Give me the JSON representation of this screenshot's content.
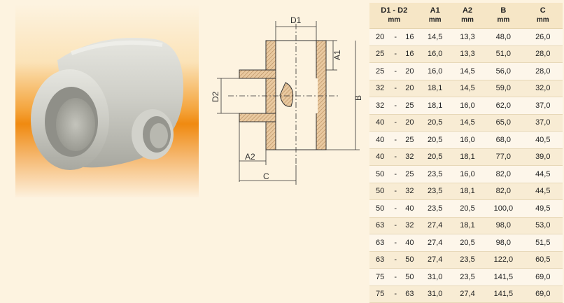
{
  "drawing": {
    "labels": {
      "d1": "D1",
      "d2": "D2",
      "a1": "A1",
      "a2": "A2",
      "b": "B",
      "c": "C"
    }
  },
  "table": {
    "headers": [
      {
        "label": "D1 - D2",
        "unit": "mm"
      },
      {
        "label": "A1",
        "unit": "mm"
      },
      {
        "label": "A2",
        "unit": "mm"
      },
      {
        "label": "B",
        "unit": "mm"
      },
      {
        "label": "C",
        "unit": "mm"
      }
    ],
    "dash": "-",
    "rows": [
      {
        "d1": "20",
        "d2": "16",
        "a1": "14,5",
        "a2": "13,3",
        "b": "48,0",
        "c": "26,0"
      },
      {
        "d1": "25",
        "d2": "16",
        "a1": "16,0",
        "a2": "13,3",
        "b": "51,0",
        "c": "28,0"
      },
      {
        "d1": "25",
        "d2": "20",
        "a1": "16,0",
        "a2": "14,5",
        "b": "56,0",
        "c": "28,0"
      },
      {
        "d1": "32",
        "d2": "20",
        "a1": "18,1",
        "a2": "14,5",
        "b": "59,0",
        "c": "32,0"
      },
      {
        "d1": "32",
        "d2": "25",
        "a1": "18,1",
        "a2": "16,0",
        "b": "62,0",
        "c": "37,0"
      },
      {
        "d1": "40",
        "d2": "20",
        "a1": "20,5",
        "a2": "14,5",
        "b": "65,0",
        "c": "37,0"
      },
      {
        "d1": "40",
        "d2": "25",
        "a1": "20,5",
        "a2": "16,0",
        "b": "68,0",
        "c": "40,5"
      },
      {
        "d1": "40",
        "d2": "32",
        "a1": "20,5",
        "a2": "18,1",
        "b": "77,0",
        "c": "39,0"
      },
      {
        "d1": "50",
        "d2": "25",
        "a1": "23,5",
        "a2": "16,0",
        "b": "82,0",
        "c": "44,5"
      },
      {
        "d1": "50",
        "d2": "32",
        "a1": "23,5",
        "a2": "18,1",
        "b": "82,0",
        "c": "44,5"
      },
      {
        "d1": "50",
        "d2": "40",
        "a1": "23,5",
        "a2": "20,5",
        "b": "100,0",
        "c": "49,5"
      },
      {
        "d1": "63",
        "d2": "32",
        "a1": "27,4",
        "a2": "18,1",
        "b": "98,0",
        "c": "53,0"
      },
      {
        "d1": "63",
        "d2": "40",
        "a1": "27,4",
        "a2": "20,5",
        "b": "98,0",
        "c": "51,5"
      },
      {
        "d1": "63",
        "d2": "50",
        "a1": "27,4",
        "a2": "23,5",
        "b": "122,0",
        "c": "60,5"
      },
      {
        "d1": "75",
        "d2": "50",
        "a1": "31,0",
        "a2": "23,5",
        "b": "141,5",
        "c": "69,0"
      },
      {
        "d1": "75",
        "d2": "63",
        "a1": "31,0",
        "a2": "27,4",
        "b": "141,5",
        "c": "69,0"
      }
    ]
  }
}
